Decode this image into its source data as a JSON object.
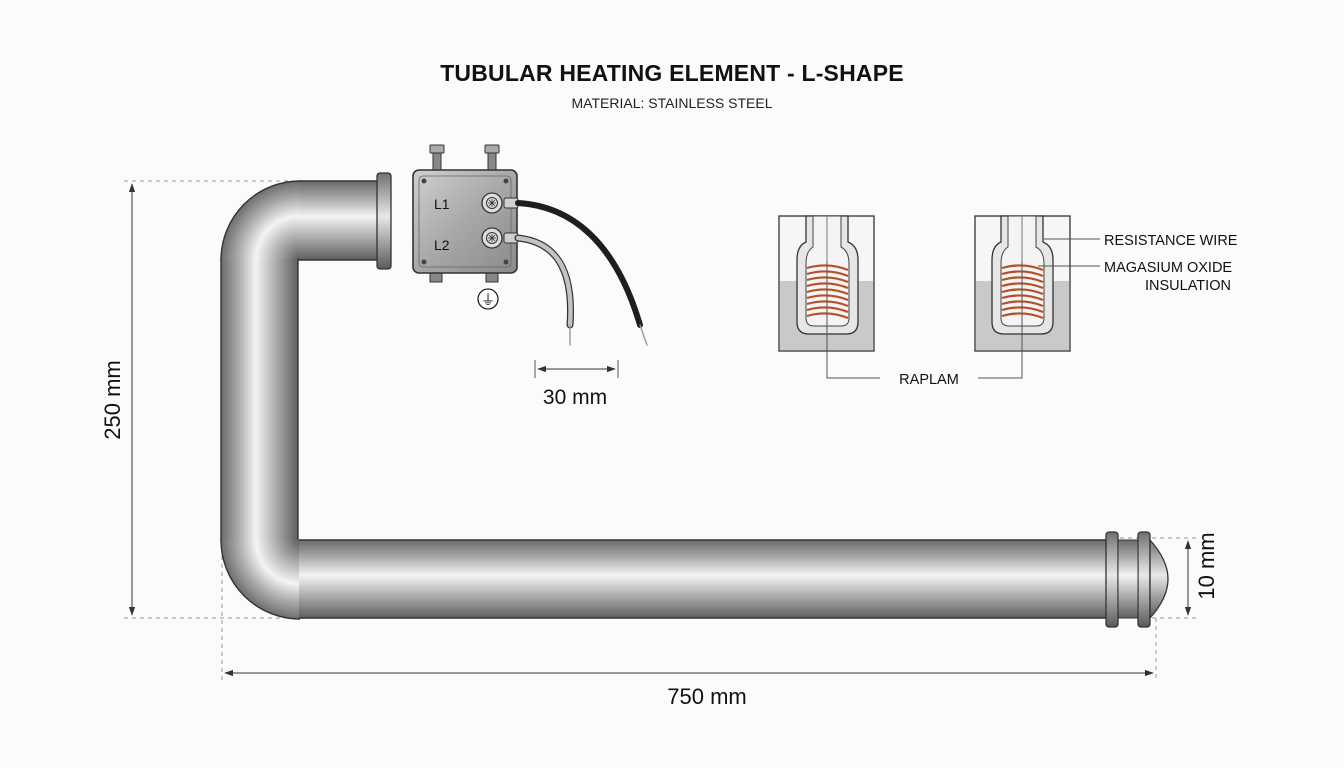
{
  "header": {
    "title": "TUBULAR HEATING ELEMENT - L-SHAPE",
    "subtitle": "MATERIAL: STAINLESS STEEL"
  },
  "terminal_box": {
    "terminal_1_label": "L1",
    "terminal_2_label": "L2",
    "ground_symbol": "⏚"
  },
  "dimensions": {
    "height": "250 mm",
    "length": "750 mm",
    "diameter": "10 mm",
    "lead_length": "30 mm"
  },
  "cross_section": {
    "resistance_wire_label": "RESISTANCE WIRE",
    "insulation_label_line1": "MAGASIUM OXIDE",
    "insulation_label_line2": "INSULATION",
    "sheath_label": "RAPLAM"
  },
  "colors": {
    "tube_dark": "#6f6f6f",
    "tube_light": "#f2f2f2",
    "coil": "#b5502a",
    "wire_black": "#222222",
    "wire_gray": "#b8b8b8"
  }
}
